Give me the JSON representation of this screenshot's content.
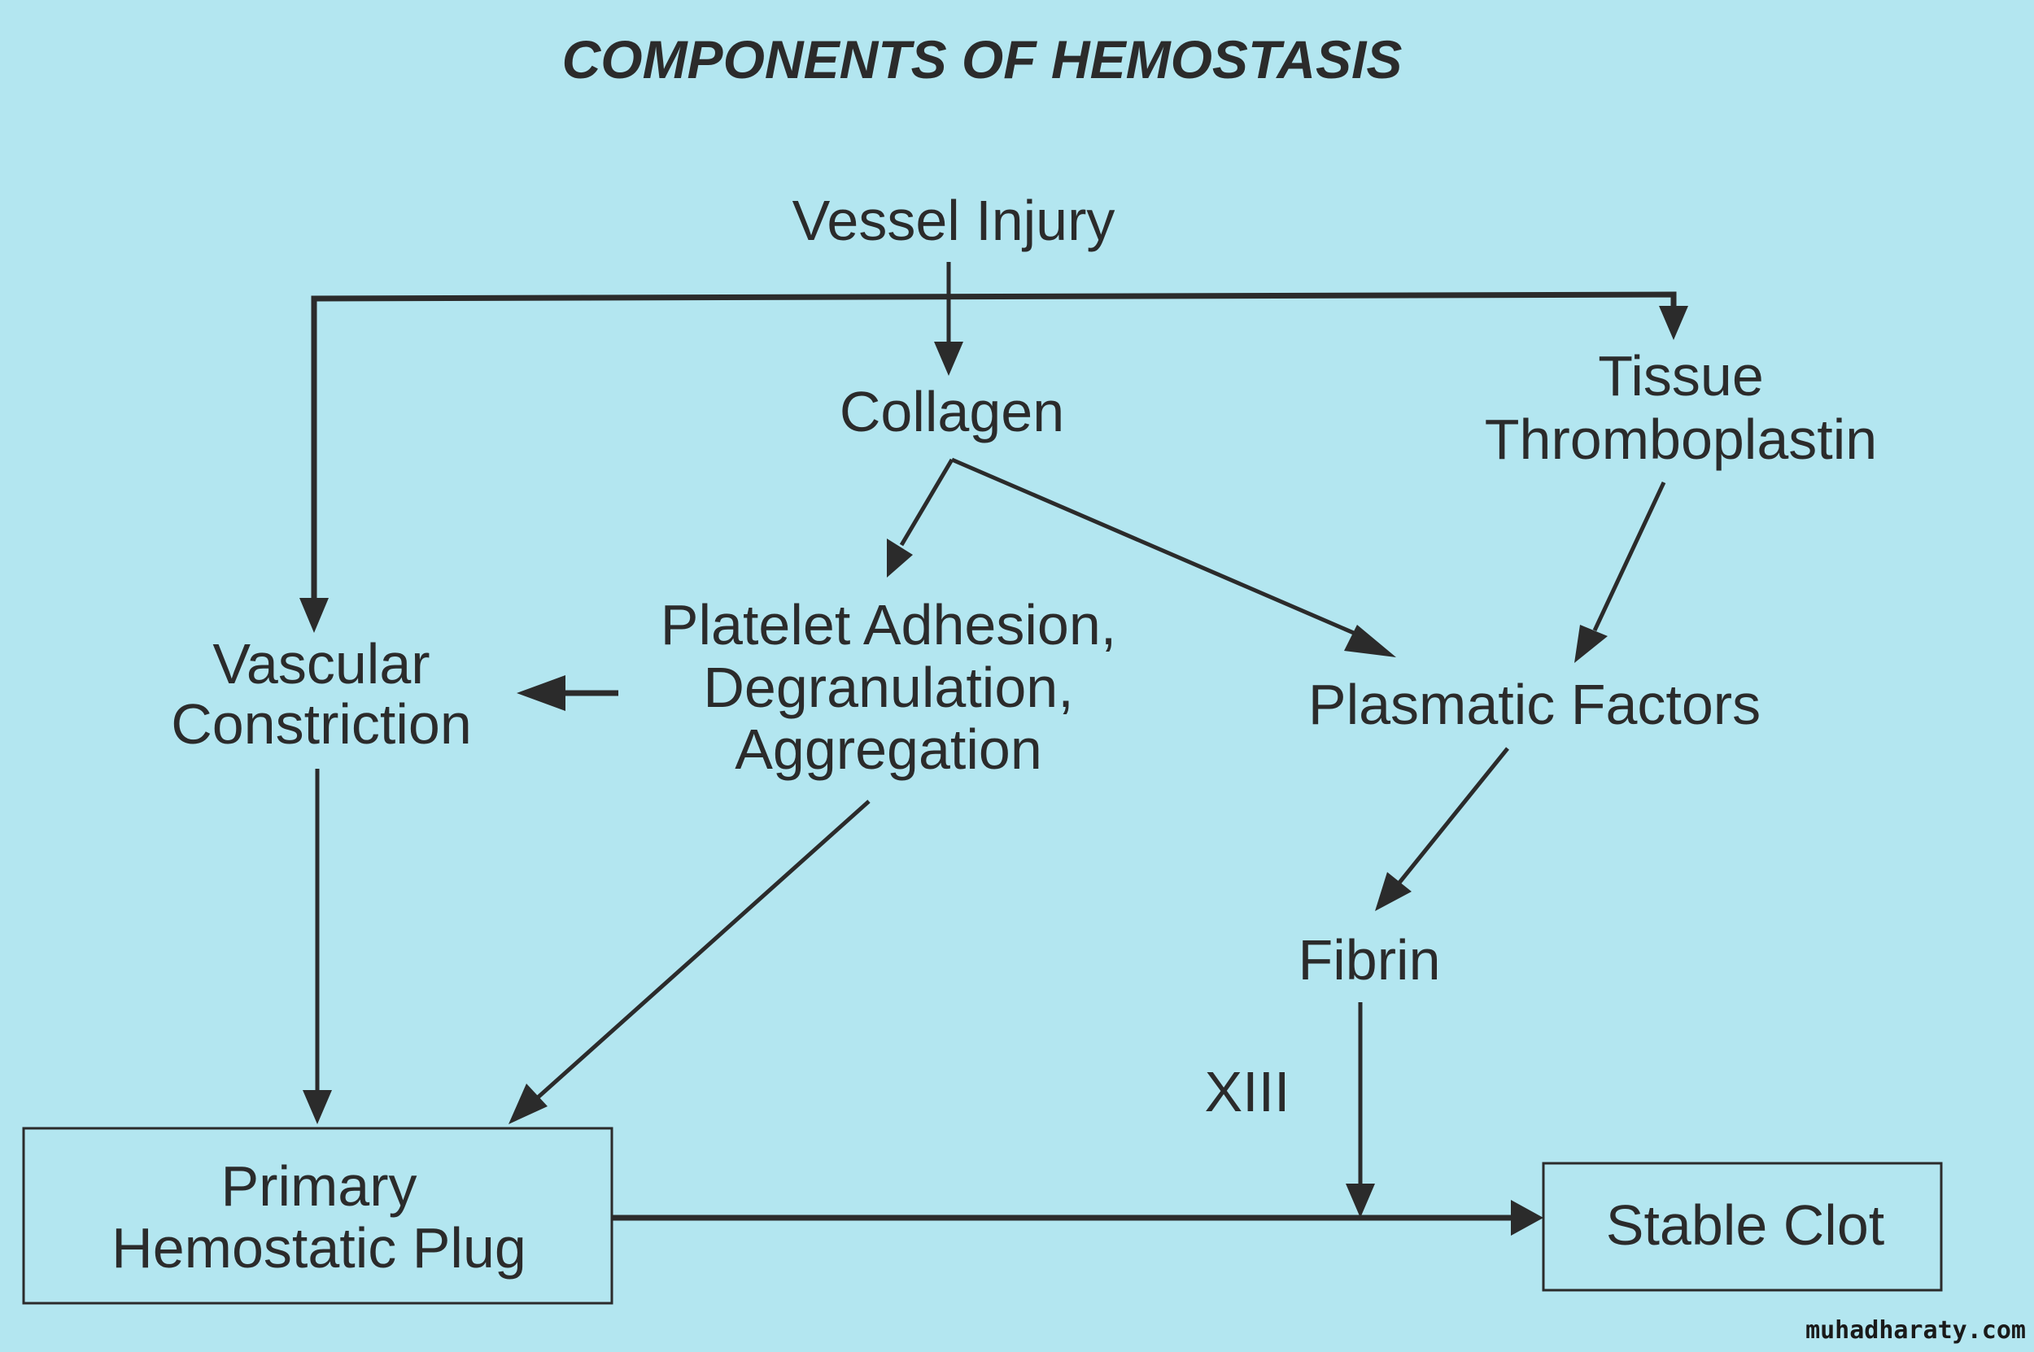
{
  "title": "COMPONENTS OF HEMOSTASIS",
  "colors": {
    "background": "#b3e6f0",
    "ink": "#2b2b2b"
  },
  "nodes": {
    "vessel_injury": "Vessel Injury",
    "collagen": "Collagen",
    "tissue_thromboplastin": [
      "Tissue",
      "Thromboplastin"
    ],
    "vascular_constriction": [
      "Vascular",
      "Constriction"
    ],
    "platelet": [
      "Platelet Adhesion,",
      "Degranulation,",
      "Aggregation"
    ],
    "plasmatic_factors": "Plasmatic Factors",
    "fibrin": "Fibrin",
    "xiii": "XIII",
    "primary_plug": [
      "Primary",
      "Hemostatic Plug"
    ],
    "stable_clot": "Stable Clot"
  },
  "edges": [
    {
      "from": "Vessel Injury",
      "to": "Collagen"
    },
    {
      "from": "Vessel Injury",
      "to": "Vascular Constriction"
    },
    {
      "from": "Vessel Injury",
      "to": "Tissue Thromboplastin"
    },
    {
      "from": "Collagen",
      "to": "Platelet Adhesion, Degranulation, Aggregation"
    },
    {
      "from": "Collagen",
      "to": "Plasmatic Factors"
    },
    {
      "from": "Tissue Thromboplastin",
      "to": "Plasmatic Factors"
    },
    {
      "from": "Platelet Adhesion, Degranulation, Aggregation",
      "to": "Vascular Constriction"
    },
    {
      "from": "Platelet Adhesion, Degranulation, Aggregation",
      "to": "Primary Hemostatic Plug"
    },
    {
      "from": "Vascular Constriction",
      "to": "Primary Hemostatic Plug"
    },
    {
      "from": "Plasmatic Factors",
      "to": "Fibrin"
    },
    {
      "from": "Fibrin",
      "to": "Stable Clot",
      "label": "XIII"
    },
    {
      "from": "Primary Hemostatic Plug",
      "to": "Stable Clot"
    }
  ],
  "watermark": "muhadharaty.com"
}
